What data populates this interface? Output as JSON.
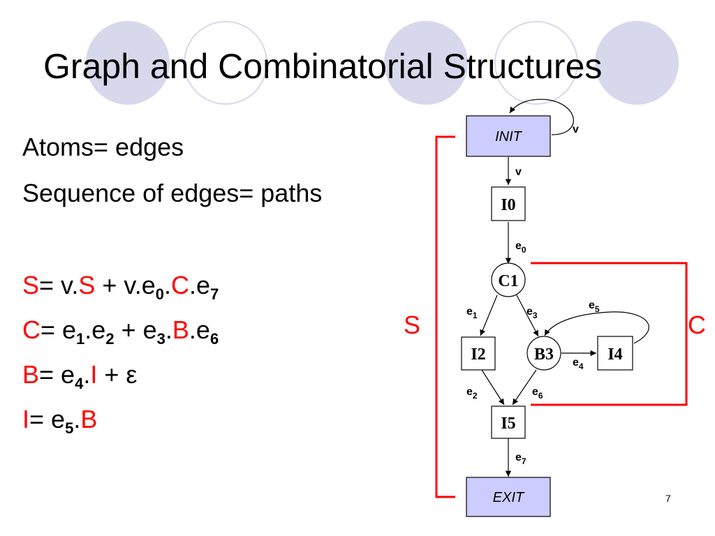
{
  "slide": {
    "title": "Graph and Combinatorial Structures",
    "page_number": "7",
    "colors": {
      "highlight": "#ff0000",
      "box_fill": "#ccccff",
      "circle_fill": "#d8d8ec"
    }
  },
  "body": {
    "line1": "Atoms= edges",
    "line2": "Sequence of edges= paths",
    "eq_s": {
      "lhs": "S",
      "eq": "= v.",
      "s": "S",
      "plus": " + v.e",
      "sub0": "0",
      "dot1": ".",
      "c": "C",
      "dot2": ".e",
      "sub7": "7"
    },
    "eq_c": {
      "lhs": "C",
      "eq": "= e",
      "sub1": "1",
      "dot1": ".e",
      "sub2": "2",
      "plus": " + e",
      "sub3": "3",
      "dot2": ".",
      "b": "B",
      "dot3": ".e",
      "sub6": "6"
    },
    "eq_b": {
      "lhs": "B",
      "eq": "= e",
      "sub4": "4",
      "dot1": ".",
      "i": "I",
      "plus": " + ε"
    },
    "eq_i": {
      "lhs": "I",
      "eq": "= e",
      "sub5": "5",
      "dot1": ".",
      "b": "B"
    }
  },
  "diagram": {
    "nodes": {
      "init": "INIT",
      "i0": "I0",
      "c1": "C1",
      "i2": "I2",
      "b3": "B3",
      "i4": "I4",
      "i5": "I5",
      "exit": "EXIT"
    },
    "edge_labels": {
      "v_loop": "v",
      "v_down": "v",
      "e0": {
        "base": "e",
        "sub": "0"
      },
      "e1": {
        "base": "e",
        "sub": "1"
      },
      "e2": {
        "base": "e",
        "sub": "2"
      },
      "e3": {
        "base": "e",
        "sub": "3"
      },
      "e4": {
        "base": "e",
        "sub": "4"
      },
      "e5": {
        "base": "e",
        "sub": "5"
      },
      "e6": {
        "base": "e",
        "sub": "6"
      },
      "e7": {
        "base": "e",
        "sub": "7"
      }
    },
    "brackets": {
      "s": "S",
      "c": "C"
    }
  }
}
